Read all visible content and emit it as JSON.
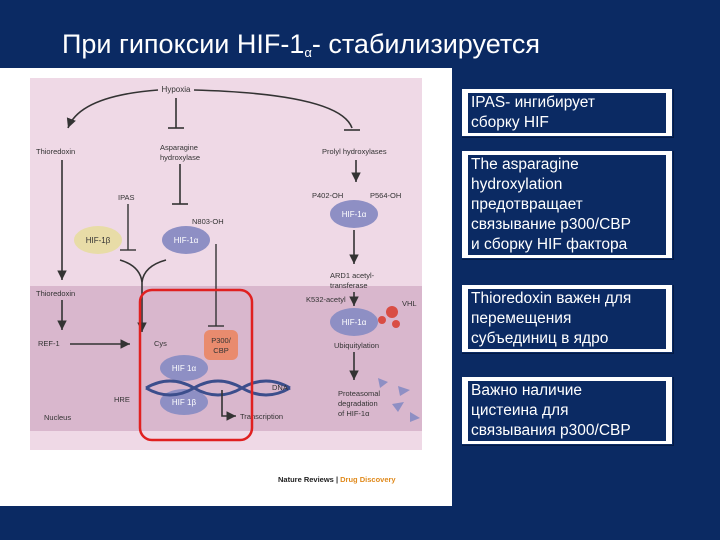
{
  "slide": {
    "title_main": "При гипоксии HIF-1",
    "title_sub": "α",
    "title_rest": "- стабилизируется"
  },
  "diagram": {
    "hypoxia": "Hypoxia",
    "thioredoxin_top": "Thioredoxin",
    "asparagine_hydroxylase_1": "Asparagine",
    "asparagine_hydroxylase_2": "hydroxylase",
    "prolyl_hydroxylases": "Prolyl hydroxylases",
    "ipas": "IPAS",
    "n803_oh": "N803-OH",
    "p402_oh": "P402-OH",
    "p564_oh": "P564-OH",
    "hif1b": "HIF-1β",
    "hif1a": "HIF-1α",
    "hif1a_oh": "HIF-1α",
    "ard1_1": "ARD1 acetyl-",
    "ard1_2": "transferase",
    "k532": "K532-acetyl",
    "vhl": "VHL",
    "thioredoxin_nucleus": "Thioredoxin",
    "ref1": "REF-1",
    "cys": "Cys",
    "p300_1": "P300/",
    "p300_2": "CBP",
    "hif1a_ub": "HIF-1α",
    "ubiquitylation": "Ubiquitylation",
    "hif1a_nuc": "HIF 1α",
    "hif1b_nuc": "HIF 1β",
    "hre": "HRE",
    "dna": "DNA",
    "transcription": "Transcription",
    "nucleus": "Nucleus",
    "proteasomal_1": "Proteasomal",
    "proteasomal_2": "degradation",
    "proteasomal_3": "of HIF-1α",
    "credit_1": "Nature Reviews",
    "credit_sep": " | ",
    "credit_2": "Drug Discovery"
  },
  "notes": [
    {
      "lines": [
        "IPAS- ингибирует",
        "сборку HIF"
      ]
    },
    {
      "lines": [
        "The asparagine",
        "hydroxylation",
        "предотвращает",
        "связывание  p300/CBP",
        "и сборку HIF фактора"
      ]
    },
    {
      "lines": [
        "Thioredoxin важен для",
        "перемещения",
        "субъединиц в ядро"
      ]
    },
    {
      "lines": [
        "Важно наличие",
        "цистеина для",
        "связывания р300/CBP"
      ]
    }
  ],
  "colors": {
    "background": "#0b2a63",
    "diagram_bg": "#efd9e6",
    "nucleus_bg": "#d9b7cd",
    "hif1a": "#8e8fc4",
    "hif1b": "#e8dca7",
    "p300": "#e98b6e",
    "highlight": "#e02020"
  }
}
